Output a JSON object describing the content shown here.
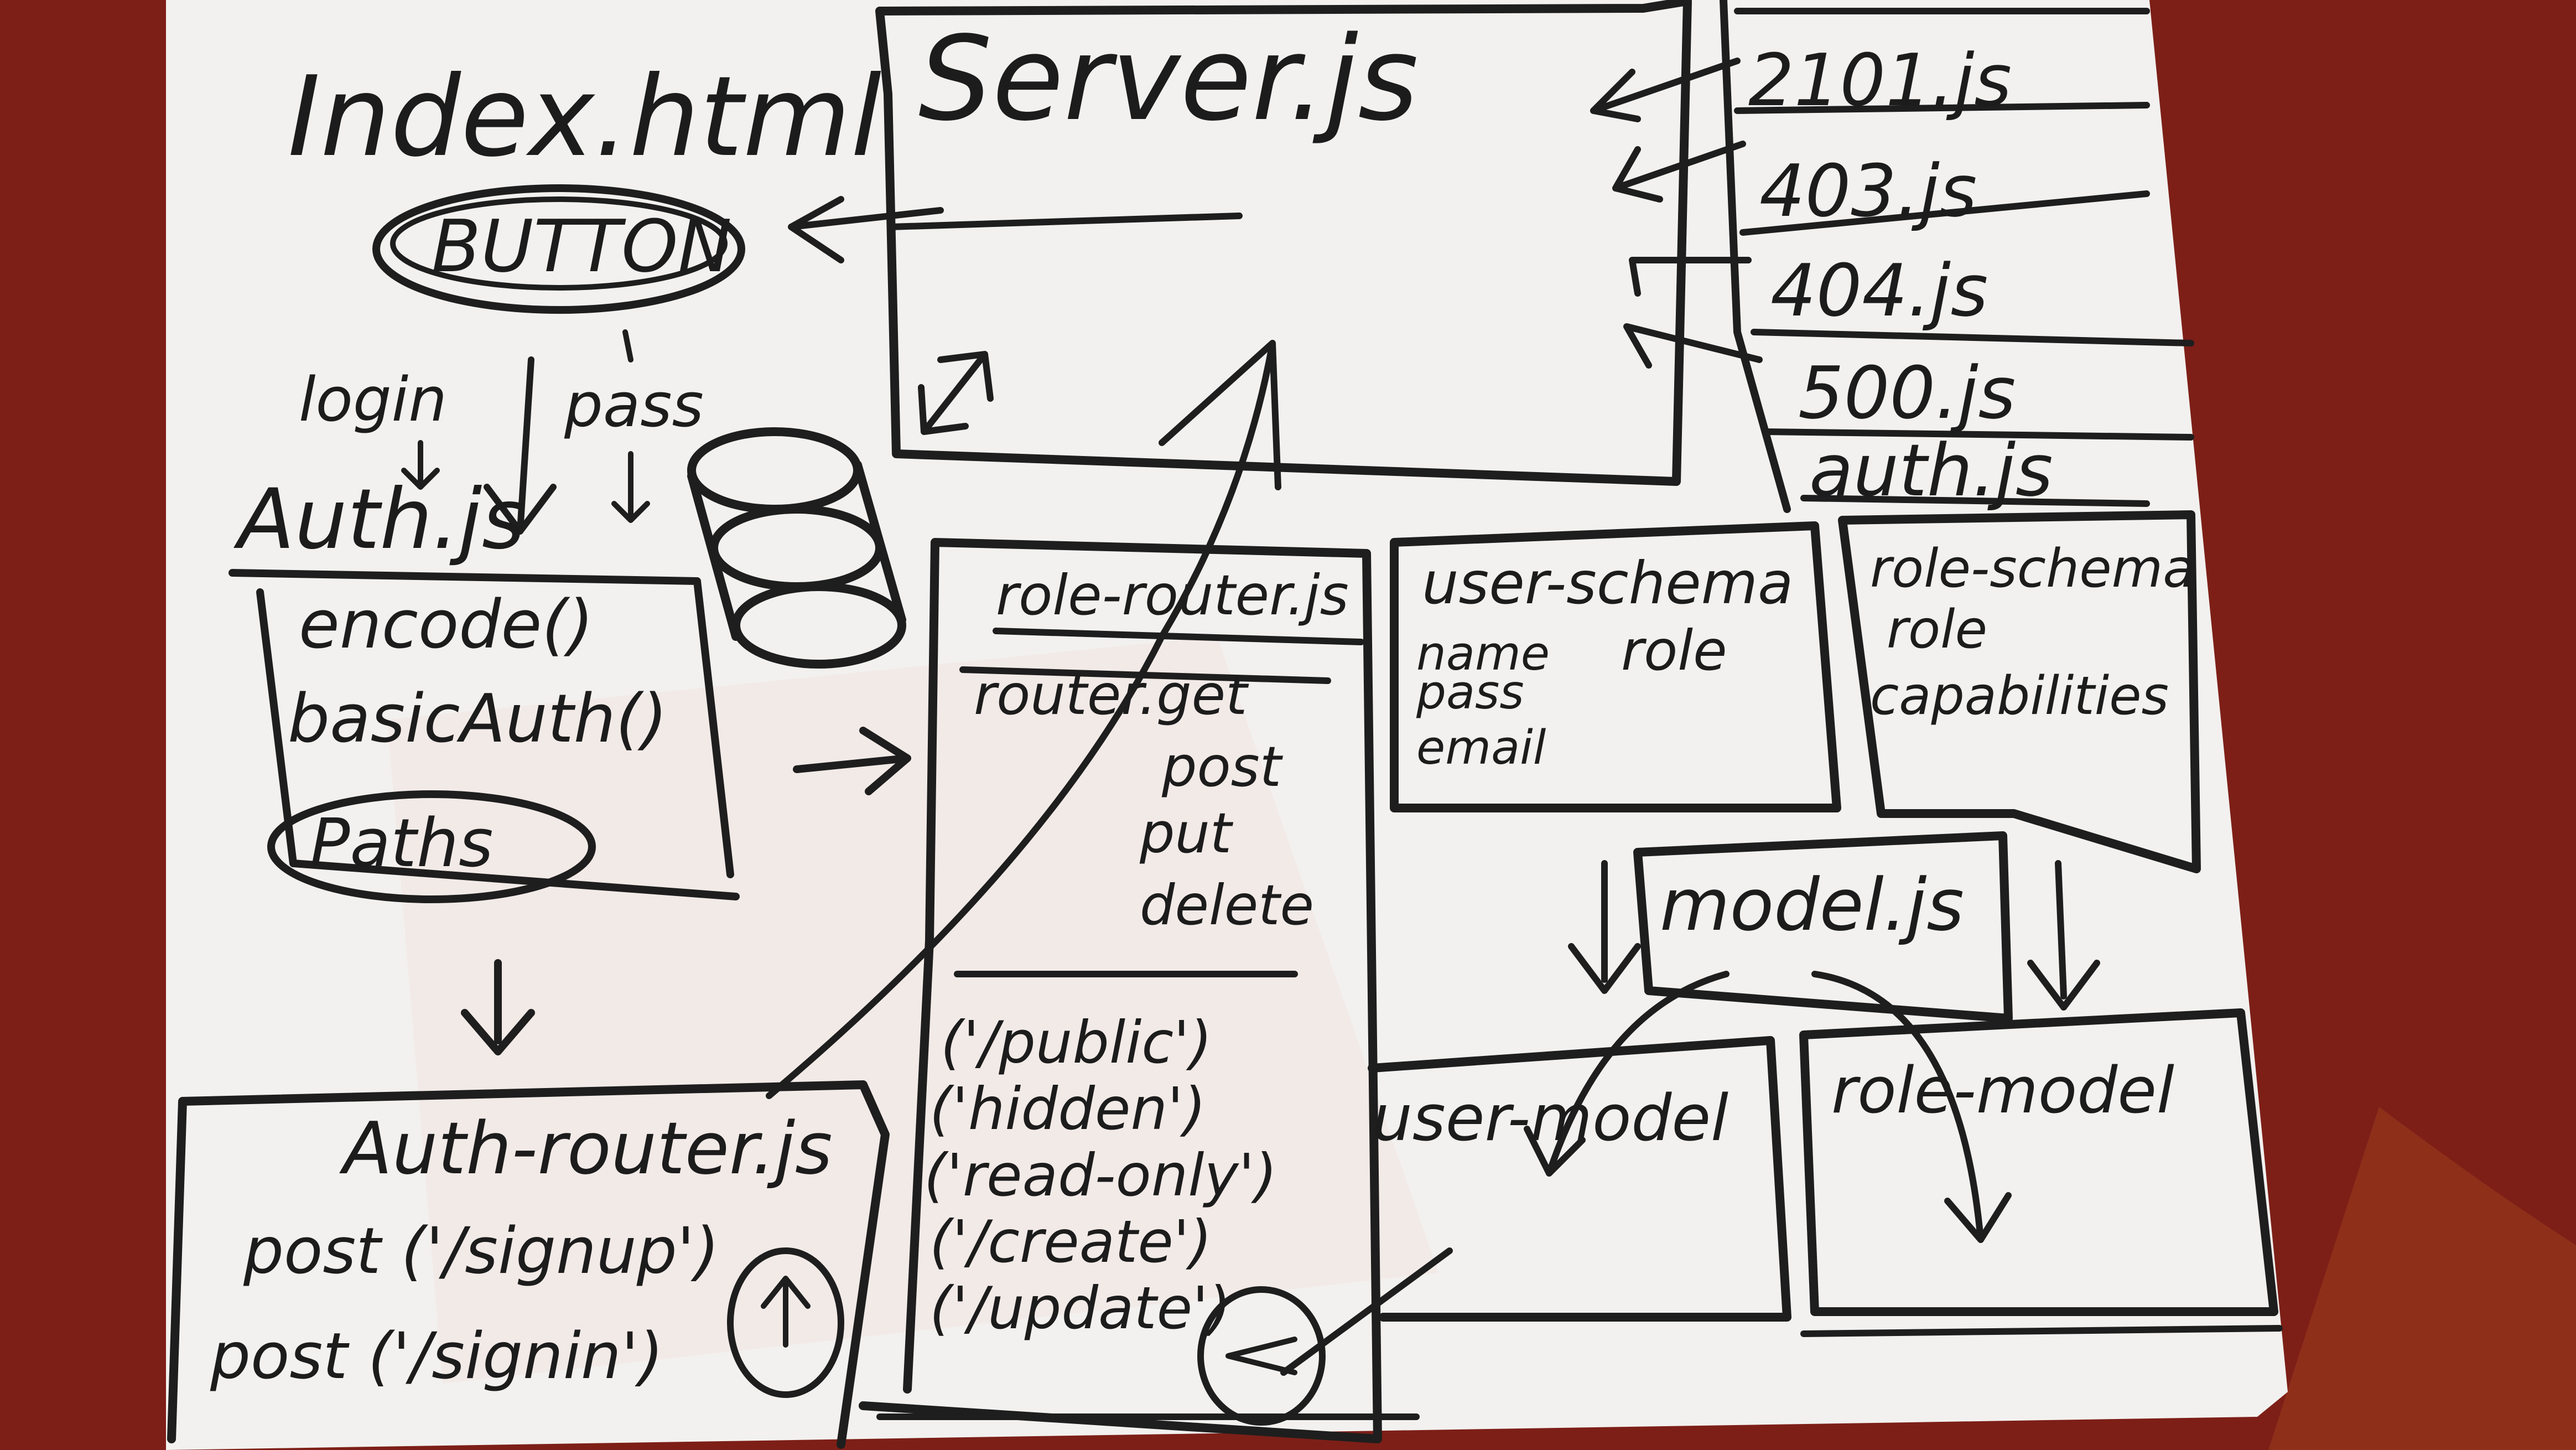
{
  "server": {
    "title": "Server.js"
  },
  "middleware_files": [
    "2101.js",
    "403.js",
    "404.js",
    "500.js",
    "auth.js"
  ],
  "index": {
    "title": "Index.html",
    "button": "BUTTON"
  },
  "labels": {
    "login": "login",
    "pass": "pass"
  },
  "auth": {
    "title": "Auth.js",
    "methods": [
      "encode()",
      "basicAuth()"
    ],
    "paths": "Paths"
  },
  "auth_router": {
    "title": "Auth-router.js",
    "routes": [
      "post ('/signup')",
      "post ('/signin')"
    ]
  },
  "role_router": {
    "title": "role-router.js",
    "methods": [
      "router.get",
      "post",
      "put",
      "delete"
    ],
    "routes": [
      "('/public')",
      "('hidden')",
      "('read-only')",
      "('/create')",
      "('/update')"
    ]
  },
  "user_schema": {
    "title": "user-schema",
    "fields": [
      "name",
      "role",
      "pass",
      "email"
    ]
  },
  "role_schema": {
    "title": "role-schema",
    "fields": [
      "role",
      "capabilities"
    ]
  },
  "model": {
    "title": "model.js"
  },
  "user_model": {
    "title": "user-model"
  },
  "role_model": {
    "title": "role-model"
  },
  "colors": {
    "board": "#f2f1ef",
    "table": "#7d1f17",
    "ink": "#1e1e1e"
  }
}
